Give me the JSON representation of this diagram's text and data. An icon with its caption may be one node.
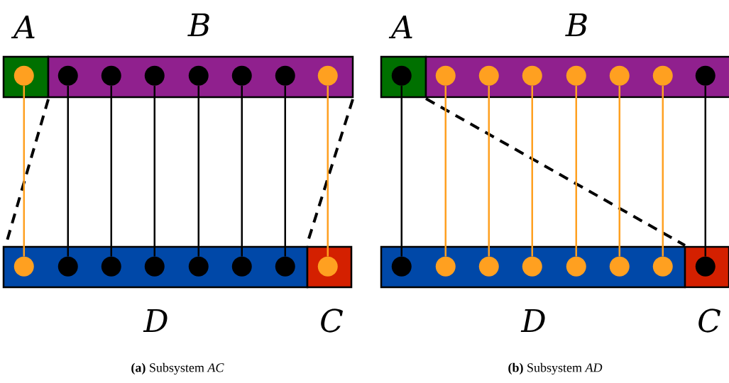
{
  "diagram": {
    "nodes": [
      {
        "text": [
          "A"
        ]
      },
      {
        "text": [],
        "shape": "circle",
        "in": 0
      },
      {
        "text": [
          "B"
        ]
      },
      {
        "text": [],
        "shape": "circle",
        "in": 2
      },
      {
        "text": [],
        "shape": "circle",
        "in": 2
      },
      {
        "text": [],
        "shape": "circle",
        "in": 2
      },
      {
        "text": [],
        "shape": "circle",
        "in": 2
      },
      {
        "text": [],
        "shape": "circle",
        "in": 2
      },
      {
        "text": [],
        "shape": "circle",
        "in": 2
      },
      {
        "text": [],
        "shape": "circle",
        "in": 2
      },
      {
        "text": [
          "D"
        ]
      },
      {
        "text": [],
        "shape": "circle",
        "in": 10
      },
      {
        "text": [],
        "shape": "circle",
        "in": 10
      },
      {
        "text": [],
        "shape": "circle",
        "in": 10
      },
      {
        "text": [],
        "shape": "circle",
        "in": 10
      },
      {
        "text": [],
        "shape": "circle",
        "in": 10
      },
      {
        "text": [],
        "shape": "circle",
        "in": 10
      },
      {
        "text": [],
        "shape": "circle",
        "in": 10
      },
      {
        "text": [
          "C"
        ]
      },
      {
        "text": [],
        "shape": "circle",
        "in": 18
      },
      {
        "text": [
          "A"
        ]
      },
      {
        "text": [],
        "shape": "circle",
        "in": 20
      },
      {
        "text": [
          "B"
        ]
      },
      {
        "text": [],
        "shape": "circle",
        "in": 22
      },
      {
        "text": [],
        "shape": "circle",
        "in": 22
      },
      {
        "text": [],
        "shape": "circle",
        "in": 22
      },
      {
        "text": [],
        "shape": "circle",
        "in": 22
      },
      {
        "text": [],
        "shape": "circle",
        "in": 22
      },
      {
        "text": [],
        "shape": "circle",
        "in": 22
      },
      {
        "text": [],
        "shape": "circle",
        "in": 22
      },
      {
        "text": [
          "D"
        ]
      },
      {
        "text": [],
        "shape": "circle",
        "in": 30
      },
      {
        "text": [],
        "shape": "circle",
        "in": 30
      },
      {
        "text": [],
        "shape": "circle",
        "in": 30
      },
      {
        "text": [],
        "shape": "circle",
        "in": 30
      },
      {
        "text": [],
        "shape": "circle",
        "in": 30
      },
      {
        "text": [],
        "shape": "circle",
        "in": 30
      },
      {
        "text": [],
        "shape": "circle",
        "in": 30
      },
      {
        "text": [
          "C"
        ]
      },
      {
        "text": [],
        "shape": "circle",
        "in": 38
      }
    ],
    "edges": [
      {
        "from": 1,
        "to": 11,
        "arrow": "none",
        "color": "#ffa020"
      },
      {
        "from": 3,
        "to": 12,
        "arrow": "none",
        "color": "#000000"
      },
      {
        "from": 4,
        "to": 13,
        "arrow": "none",
        "color": "#000000"
      },
      {
        "from": 5,
        "to": 14,
        "arrow": "none",
        "color": "#000000"
      },
      {
        "from": 6,
        "to": 15,
        "arrow": "none",
        "color": "#000000"
      },
      {
        "from": 7,
        "to": 16,
        "arrow": "none",
        "color": "#000000"
      },
      {
        "from": 8,
        "to": 17,
        "arrow": "none",
        "color": "#000000"
      },
      {
        "from": 9,
        "to": 19,
        "arrow": "none",
        "color": "#ffa020"
      },
      {
        "from": 21,
        "to": 31,
        "arrow": "none",
        "color": "#000000"
      },
      {
        "from": 23,
        "to": 32,
        "arrow": "none",
        "color": "#ffa020"
      },
      {
        "from": 24,
        "to": 33,
        "arrow": "none",
        "color": "#ffa020"
      },
      {
        "from": 25,
        "to": 34,
        "arrow": "none",
        "color": "#ffa020"
      },
      {
        "from": 26,
        "to": 35,
        "arrow": "none",
        "color": "#ffa020"
      },
      {
        "from": 27,
        "to": 36,
        "arrow": "none",
        "color": "#ffa020"
      },
      {
        "from": 28,
        "to": 37,
        "arrow": "none",
        "color": "#ffa020"
      },
      {
        "from": 29,
        "to": 39,
        "arrow": "none",
        "color": "#000000"
      }
    ],
    "labels": [
      "**(a)** Subsystem *AC*",
      "**(b)** Subsystem *AD*"
    ]
  }
}
